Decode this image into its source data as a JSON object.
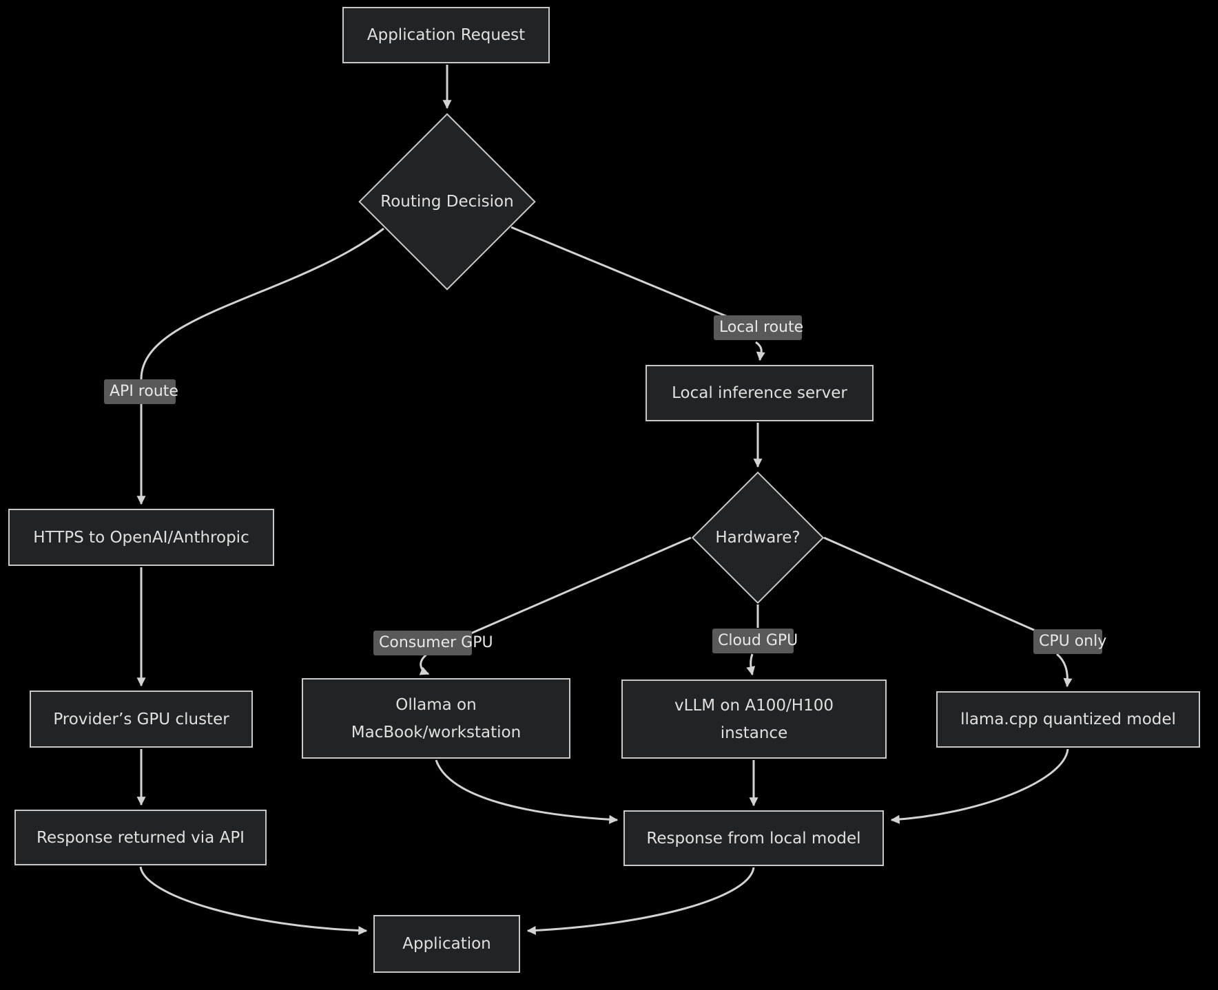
{
  "diagram": {
    "background": "#000000",
    "node_fill": "#222324",
    "node_border": "#c9c9c9",
    "node_text_color": "#e0e0e0",
    "edge_color": "#d3d3d3",
    "edge_label_bg": "#595959",
    "edge_label_text_color": "#e8e8e8",
    "nodes": {
      "application_request": {
        "label": "Application Request"
      },
      "routing_decision": {
        "label": "Routing Decision"
      },
      "https_openai": {
        "label": "HTTPS to OpenAI/Anthropic"
      },
      "provider_cluster": {
        "label": "Provider’s GPU cluster"
      },
      "response_api": {
        "label": "Response returned via API"
      },
      "local_server": {
        "label": "Local inference server"
      },
      "hardware": {
        "label": "Hardware?"
      },
      "ollama": {
        "label": "Ollama on\nMacBook/workstation"
      },
      "vllm": {
        "label": "vLLM on A100/H100\ninstance"
      },
      "llama_cpp": {
        "label": "llama.cpp quantized model"
      },
      "response_local": {
        "label": "Response from local model"
      },
      "application": {
        "label": "Application"
      }
    },
    "edge_labels": {
      "api_route": "API route",
      "local_route": "Local route",
      "consumer_gpu": "Consumer GPU",
      "cloud_gpu": "Cloud GPU",
      "cpu_only": "CPU only"
    }
  }
}
